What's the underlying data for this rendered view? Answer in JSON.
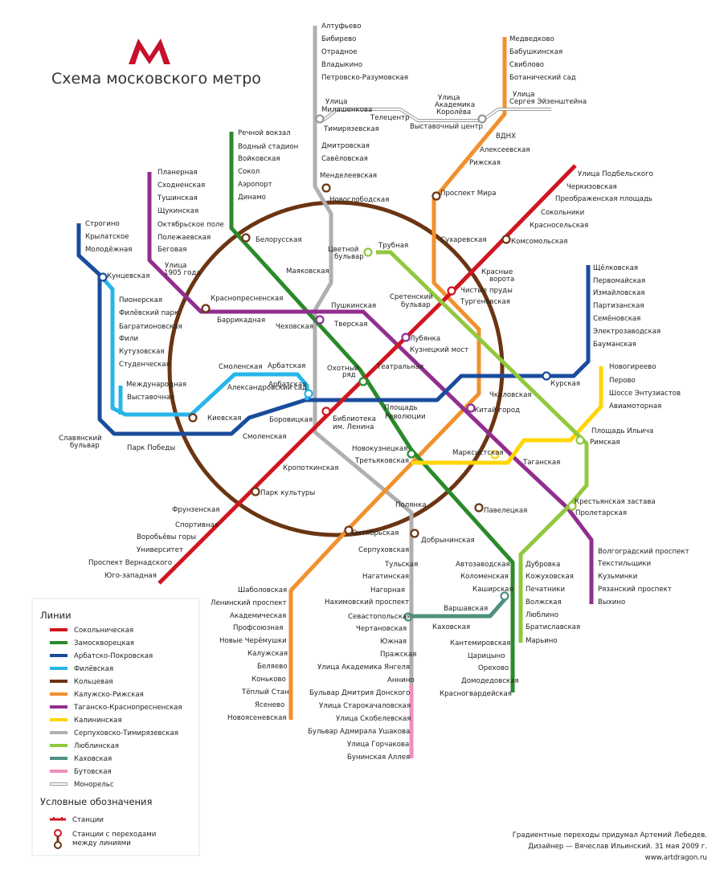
{
  "title": "Схема московского метро",
  "colors": {
    "sokol": "#d0161f",
    "zamosk": "#2a8a2a",
    "arbpok": "#1a4c9c",
    "fili": "#27b5e8",
    "ring": "#6b3513",
    "kalrizh": "#f0912e",
    "tagkr": "#922e8f",
    "kalin": "#ffd500",
    "sertim": "#b0b0b0",
    "lyub": "#92c83e",
    "kah": "#4e9080",
    "but": "#ef8fbd",
    "mono": "#999999",
    "logo": "#c7102e"
  },
  "legend": {
    "lines_title": "Линии",
    "lines": [
      {
        "label": "Сокольническая",
        "color": "#d0161f"
      },
      {
        "label": "Замоскворецкая",
        "color": "#2a8a2a"
      },
      {
        "label": "Арбатско-Покровская",
        "color": "#1a4c9c"
      },
      {
        "label": "Филёвская",
        "color": "#27b5e8"
      },
      {
        "label": "Кольцевая",
        "color": "#6b3513"
      },
      {
        "label": "Калужско-Рижская",
        "color": "#f0912e"
      },
      {
        "label": "Таганско-Краснопресненская",
        "color": "#922e8f"
      },
      {
        "label": "Калининская",
        "color": "#ffd500"
      },
      {
        "label": "Серпуховско-Тимирязевская",
        "color": "#b0b0b0"
      },
      {
        "label": "Люблинская",
        "color": "#92c83e"
      },
      {
        "label": "Каховская",
        "color": "#4e9080"
      },
      {
        "label": "Бутовская",
        "color": "#ef8fbd"
      },
      {
        "label": "Монорельс",
        "color": "#999999"
      }
    ],
    "symbols_title": "Условные обозначения",
    "symbol_station": "Станции",
    "symbol_transfer_1": "Станции с переходами",
    "symbol_transfer_2": "между линиями"
  },
  "credits": [
    "Градиентные переходы придумал Артемий Лебедев.",
    "Дизайнер — Вячеслав Ильинский. 31 мая 2009 г.",
    "www.artdragon.ru"
  ],
  "stations": [
    {
      "label": "Алтуфьево",
      "line": "sertim"
    },
    {
      "label": "Бибирево",
      "line": "sertim"
    },
    {
      "label": "Отрадное",
      "line": "sertim"
    },
    {
      "label": "Владыкино",
      "line": "sertim"
    },
    {
      "label": "Петровско-Разумовская",
      "line": "sertim"
    },
    {
      "label": "Тимирязевская",
      "line": "sertim"
    },
    {
      "label": "Дмитровская",
      "line": "sertim"
    },
    {
      "label": "Савёловская",
      "line": "sertim"
    },
    {
      "label": "Менделеевская",
      "line": "sertim"
    },
    {
      "label": "Новослободская",
      "line": "ring"
    },
    {
      "label": "Цветной",
      "line": "sertim"
    },
    {
      "label": "бульвар",
      "line": "sertim"
    },
    {
      "label": "Трубная",
      "line": "lyub"
    },
    {
      "label": "Медведково",
      "line": "kalrizh"
    },
    {
      "label": "Бабушкинская",
      "line": "kalrizh"
    },
    {
      "label": "Свиблово",
      "line": "kalrizh"
    },
    {
      "label": "Ботанический сад",
      "line": "kalrizh"
    },
    {
      "label": "ВДНХ",
      "line": "kalrizh"
    },
    {
      "label": "Алексеевская",
      "line": "kalrizh"
    },
    {
      "label": "Рижская",
      "line": "kalrizh"
    },
    {
      "label": "Проспект Мира",
      "line": "kalrizh"
    },
    {
      "label": "Сухаревская",
      "line": "kalrizh"
    },
    {
      "label": "Тургеневская",
      "line": "kalrizh"
    },
    {
      "label": "Чистые пруды",
      "line": "sokol"
    },
    {
      "label": "Улица",
      "line": "mono"
    },
    {
      "label": "Милашенкова",
      "line": "mono"
    },
    {
      "label": "Телецентр",
      "line": "mono"
    },
    {
      "label": "Улица",
      "line": "mono"
    },
    {
      "label": "Академика",
      "line": "mono"
    },
    {
      "label": "Королёва",
      "line": "mono"
    },
    {
      "label": "Выставочный центр",
      "line": "mono"
    },
    {
      "label": "Улица",
      "line": "mono"
    },
    {
      "label": "Сергея Эйзенштейна",
      "line": "mono"
    },
    {
      "label": "Речной вокзал",
      "line": "zamosk"
    },
    {
      "label": "Водный стадион",
      "line": "zamosk"
    },
    {
      "label": "Войковская",
      "line": "zamosk"
    },
    {
      "label": "Сокол",
      "line": "zamosk"
    },
    {
      "label": "Аэропорт",
      "line": "zamosk"
    },
    {
      "label": "Динамо",
      "line": "zamosk"
    },
    {
      "label": "Белорусская",
      "line": "ring"
    },
    {
      "label": "Маяковская",
      "line": "zamosk"
    },
    {
      "label": "Тверская",
      "line": "zamosk"
    },
    {
      "label": "Театральная",
      "line": "zamosk"
    },
    {
      "label": "Новокузнецкая",
      "line": "zamosk"
    },
    {
      "label": "Павелецкая",
      "line": "zamosk"
    },
    {
      "label": "Автозаводская",
      "line": "zamosk"
    },
    {
      "label": "Коломенская",
      "line": "zamosk"
    },
    {
      "label": "Каширская",
      "line": "zamosk"
    },
    {
      "label": "Кантемировская",
      "line": "zamosk"
    },
    {
      "label": "Царицыно",
      "line": "zamosk"
    },
    {
      "label": "Орехово",
      "line": "zamosk"
    },
    {
      "label": "Домодедовская",
      "line": "zamosk"
    },
    {
      "label": "Красногвардейская",
      "line": "zamosk"
    },
    {
      "label": "Планерная",
      "line": "tagkr"
    },
    {
      "label": "Сходненская",
      "line": "tagkr"
    },
    {
      "label": "Тушинская",
      "line": "tagkr"
    },
    {
      "label": "Щукинская",
      "line": "tagkr"
    },
    {
      "label": "Октябрьское поле",
      "line": "tagkr"
    },
    {
      "label": "Полежаевская",
      "line": "tagkr"
    },
    {
      "label": "Беговая",
      "line": "tagkr"
    },
    {
      "label": "Улица",
      "line": "tagkr"
    },
    {
      "label": "1905 года",
      "line": "tagkr"
    },
    {
      "label": "Баррикадная",
      "line": "tagkr"
    },
    {
      "label": "Краснопресненская",
      "line": "ring"
    },
    {
      "label": "Пушкинская",
      "line": "tagkr"
    },
    {
      "label": "Кузнецкий мост",
      "line": "tagkr"
    },
    {
      "label": "Китай-город",
      "line": "tagkr"
    },
    {
      "label": "Таганская",
      "line": "tagkr"
    },
    {
      "label": "Пролетарская",
      "line": "tagkr"
    },
    {
      "label": "Волгоградский проспект",
      "line": "tagkr"
    },
    {
      "label": "Текстильщики",
      "line": "tagkr"
    },
    {
      "label": "Кузьминки",
      "line": "tagkr"
    },
    {
      "label": "Рязанский проспект",
      "line": "tagkr"
    },
    {
      "label": "Выхино",
      "line": "tagkr"
    },
    {
      "label": "Строгино",
      "line": "arbpok"
    },
    {
      "label": "Крылатское",
      "line": "arbpok"
    },
    {
      "label": "Молодёжная",
      "line": "arbpok"
    },
    {
      "label": "Кунцевская",
      "line": "arbpok"
    },
    {
      "label": "Славянский",
      "line": "arbpok"
    },
    {
      "label": "бульвар",
      "line": "arbpok"
    },
    {
      "label": "Парк Победы",
      "line": "arbpok"
    },
    {
      "label": "Киевская",
      "line": "ring"
    },
    {
      "label": "Смоленская",
      "line": "arbpok"
    },
    {
      "label": "Арбатская",
      "line": "arbpok"
    },
    {
      "label": "Площадь",
      "line": "arbpok"
    },
    {
      "label": "Революции",
      "line": "arbpok"
    },
    {
      "label": "Курская",
      "line": "arbpok"
    },
    {
      "label": "Бауманская",
      "line": "arbpok"
    },
    {
      "label": "Электрозаводская",
      "line": "arbpok"
    },
    {
      "label": "Семёновская",
      "line": "arbpok"
    },
    {
      "label": "Партизанская",
      "line": "arbpok"
    },
    {
      "label": "Измайловская",
      "line": "arbpok"
    },
    {
      "label": "Первомайская",
      "line": "arbpok"
    },
    {
      "label": "Щёлковская",
      "line": "arbpok"
    },
    {
      "label": "Пионерская",
      "line": "fili"
    },
    {
      "label": "Филёвский парк",
      "line": "fili"
    },
    {
      "label": "Багратионовская",
      "line": "fili"
    },
    {
      "label": "Фили",
      "line": "fili"
    },
    {
      "label": "Кутузовская",
      "line": "fili"
    },
    {
      "label": "Студенческая",
      "line": "fili"
    },
    {
      "label": "Международная",
      "line": "fili"
    },
    {
      "label": "Выставочная",
      "line": "fili"
    },
    {
      "label": "Смоленская",
      "line": "fili"
    },
    {
      "label": "Александровский сад",
      "line": "fili"
    },
    {
      "label": "Арбатская",
      "line": "fili"
    },
    {
      "label": "Улица Подбельского",
      "line": "sokol"
    },
    {
      "label": "Черкизовская",
      "line": "sokol"
    },
    {
      "label": "Преображенская площадь",
      "line": "sokol"
    },
    {
      "label": "Сокольники",
      "line": "sokol"
    },
    {
      "label": "Красносельская",
      "line": "sokol"
    },
    {
      "label": "Комсомольская",
      "line": "ring"
    },
    {
      "label": "Красные",
      "line": "sokol"
    },
    {
      "label": "ворота",
      "line": "sokol"
    },
    {
      "label": "Лубянка",
      "line": "sokol"
    },
    {
      "label": "Охотный",
      "line": "sokol"
    },
    {
      "label": "ряд",
      "line": "sokol"
    },
    {
      "label": "Библиотека",
      "line": "sokol"
    },
    {
      "label": "им. Ленина",
      "line": "sokol"
    },
    {
      "label": "Кропоткинская",
      "line": "sokol"
    },
    {
      "label": "Парк культуры",
      "line": "ring"
    },
    {
      "label": "Фрунзенская",
      "line": "sokol"
    },
    {
      "label": "Спортивная",
      "line": "sokol"
    },
    {
      "label": "Воробьёвы горы",
      "line": "sokol"
    },
    {
      "label": "Университет",
      "line": "sokol"
    },
    {
      "label": "Проспект Вернадского",
      "line": "sokol"
    },
    {
      "label": "Юго-западная",
      "line": "sokol"
    },
    {
      "label": "Новогиреево",
      "line": "kalin"
    },
    {
      "label": "Перово",
      "line": "kalin"
    },
    {
      "label": "Шоссе Энтузиастов",
      "line": "kalin"
    },
    {
      "label": "Авиамоторная",
      "line": "kalin"
    },
    {
      "label": "Площадь Ильича",
      "line": "kalin"
    },
    {
      "label": "Марксистская",
      "line": "kalin"
    },
    {
      "label": "Третьяковская",
      "line": "kalin"
    },
    {
      "label": "Сретенский",
      "line": "lyub"
    },
    {
      "label": "бульвар",
      "line": "lyub"
    },
    {
      "label": "Чкаловская",
      "line": "lyub"
    },
    {
      "label": "Римская",
      "line": "lyub"
    },
    {
      "label": "Крестьянская застава",
      "line": "lyub"
    },
    {
      "label": "Дубровка",
      "line": "lyub"
    },
    {
      "label": "Кожуховская",
      "line": "lyub"
    },
    {
      "label": "Печатники",
      "line": "lyub"
    },
    {
      "label": "Волжская",
      "line": "lyub"
    },
    {
      "label": "Люблино",
      "line": "lyub"
    },
    {
      "label": "Братиславская",
      "line": "lyub"
    },
    {
      "label": "Марьино",
      "line": "lyub"
    },
    {
      "label": "Чеховская",
      "line": "sertim"
    },
    {
      "label": "Боровицкая",
      "line": "sertim"
    },
    {
      "label": "Полянка",
      "line": "sertim"
    },
    {
      "label": "Серпуховская",
      "line": "sertim"
    },
    {
      "label": "Тульская",
      "line": "sertim"
    },
    {
      "label": "Нагатинская",
      "line": "sertim"
    },
    {
      "label": "Нагорная",
      "line": "sertim"
    },
    {
      "label": "Нахимовский проспект",
      "line": "sertim"
    },
    {
      "label": "Севастопольская",
      "line": "sertim"
    },
    {
      "label": "Чертановская",
      "line": "sertim"
    },
    {
      "label": "Южная",
      "line": "sertim"
    },
    {
      "label": "Пражская",
      "line": "sertim"
    },
    {
      "label": "Улица Академика Янгеля",
      "line": "sertim"
    },
    {
      "label": "Аннино",
      "line": "sertim"
    },
    {
      "label": "Бульвар Дмитрия Донского",
      "line": "sertim"
    },
    {
      "label": "Улица Старокачаловская",
      "line": "but"
    },
    {
      "label": "Улица Скобелевская",
      "line": "but"
    },
    {
      "label": "Бульвар Адмирала Ушакова",
      "line": "but"
    },
    {
      "label": "Улица Горчакова",
      "line": "but"
    },
    {
      "label": "Бунинская Аллея",
      "line": "but"
    },
    {
      "label": "Октябрьская",
      "line": "ring"
    },
    {
      "label": "Добрынинская",
      "line": "ring"
    },
    {
      "label": "Шаболовская",
      "line": "kalrizh"
    },
    {
      "label": "Ленинский проспект",
      "line": "kalrizh"
    },
    {
      "label": "Академическая",
      "line": "kalrizh"
    },
    {
      "label": "Профсоюзная",
      "line": "kalrizh"
    },
    {
      "label": "Новые Черёмушки",
      "line": "kalrizh"
    },
    {
      "label": "Калужская",
      "line": "kalrizh"
    },
    {
      "label": "Беляево",
      "line": "kalrizh"
    },
    {
      "label": "Коньково",
      "line": "kalrizh"
    },
    {
      "label": "Тёплый Стан",
      "line": "kalrizh"
    },
    {
      "label": "Ясенево",
      "line": "kalrizh"
    },
    {
      "label": "Новоясеневская",
      "line": "kalrizh"
    },
    {
      "label": "Варшавская",
      "line": "kah"
    },
    {
      "label": "Каховская",
      "line": "kah"
    }
  ]
}
